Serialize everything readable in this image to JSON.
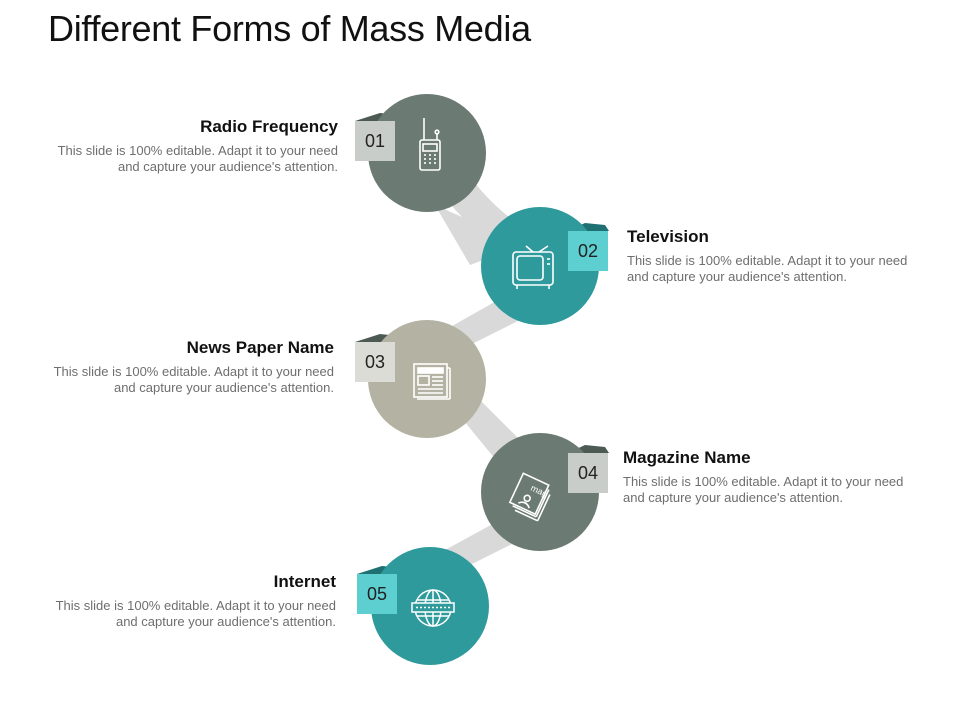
{
  "title": "Different Forms of Mass Media",
  "colors": {
    "connector": "#d9d9d9",
    "gray_green": "#6b7b73",
    "teal": "#2e9a9c",
    "beige": "#b4b3a3",
    "badge_gray": "#c9cdc9",
    "badge_teal": "#5dcfd1",
    "badge_beige": "#dcdcd6"
  },
  "items": [
    {
      "number": "01",
      "heading": "Radio Frequency",
      "description": "This slide is 100% editable. Adapt it to your need and capture your audience's attention.",
      "icon": "walkie-talkie-icon"
    },
    {
      "number": "02",
      "heading": "Television",
      "description": "This slide is 100% editable. Adapt it to your need and capture your audience's attention.",
      "icon": "television-icon"
    },
    {
      "number": "03",
      "heading": "News Paper Name",
      "description": "This slide is 100% editable. Adapt it to your need and capture your audience's attention.",
      "icon": "newspaper-icon"
    },
    {
      "number": "04",
      "heading": "Magazine Name",
      "description": "This slide is 100% editable. Adapt it to your need and capture your audience's attention.",
      "icon": "magazine-icon"
    },
    {
      "number": "05",
      "heading": "Internet",
      "description": "This slide is 100% editable. Adapt it to your need and capture your audience's attention.",
      "icon": "globe-icon"
    }
  ],
  "magazine_icon_text": "mag"
}
